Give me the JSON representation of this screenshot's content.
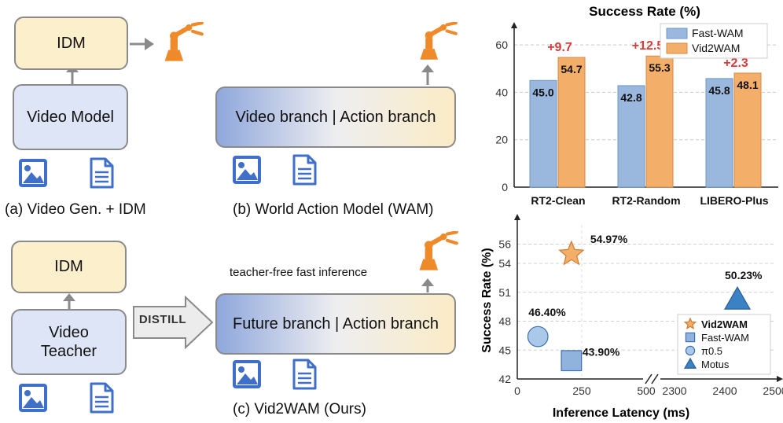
{
  "panel_a": {
    "idm_label": "IDM",
    "model_label": "Video Model",
    "caption": "(a) Video Gen. + IDM"
  },
  "panel_b": {
    "branch_label": "Video branch | Action branch",
    "caption": "(b) World Action Model (WAM)"
  },
  "panel_c": {
    "idm_label": "IDM",
    "teacher_line1": "Video",
    "teacher_line2": "Teacher",
    "distill_label": "DISTILL",
    "note": "teacher-free fast inference",
    "branch_label": "Future branch | Action branch",
    "caption": "(c) Vid2WAM (Ours)"
  },
  "icons": [
    "image-icon",
    "document-icon",
    "robot-arm-icon"
  ],
  "colors": {
    "fast_wam": "#9ab8de",
    "vid2wam": "#f3ae6a",
    "gain": "#d93a3a",
    "idm_fill": "#fcefcc",
    "model_fill": "#dde5f6",
    "robot": "#ef8a2a",
    "motus": "#3b82c4"
  },
  "chart_data": [
    {
      "type": "bar",
      "title": "Success Rate (%)",
      "categories": [
        "RT2-Clean",
        "RT2-Random",
        "LIBERO-Plus"
      ],
      "series": [
        {
          "name": "Fast-WAM",
          "values": [
            45.0,
            42.8,
            45.8
          ]
        },
        {
          "name": "Vid2WAM",
          "values": [
            54.7,
            55.3,
            48.1
          ]
        }
      ],
      "annotations": [
        "+9.7",
        "+12.5",
        "+2.3"
      ],
      "yticks": [
        0,
        20,
        40,
        60
      ],
      "ylim": [
        0,
        65
      ],
      "grid": true,
      "legend": "top-right"
    },
    {
      "type": "scatter",
      "xlabel": "Inference Latency (ms)",
      "ylabel": "Success Rate (%)",
      "xticks_left": [
        0,
        250,
        500
      ],
      "xticks_right": [
        2300,
        2400,
        2500
      ],
      "yticks": [
        42,
        45,
        48,
        51,
        54,
        56
      ],
      "broken_x_axis": true,
      "points": [
        {
          "name": "Vid2WAM",
          "x": 210,
          "y": 54.97,
          "label": "54.97%",
          "marker": "star"
        },
        {
          "name": "Fast-WAM",
          "x": 210,
          "y": 43.9,
          "label": "43.90%",
          "marker": "square"
        },
        {
          "name": "π0.5",
          "x": 80,
          "y": 46.4,
          "label": "46.40%",
          "marker": "circle"
        },
        {
          "name": "Motus",
          "x": 2425,
          "y": 50.23,
          "label": "50.23%",
          "marker": "triangle"
        }
      ],
      "legend": "bottom-right",
      "grid": true
    }
  ]
}
